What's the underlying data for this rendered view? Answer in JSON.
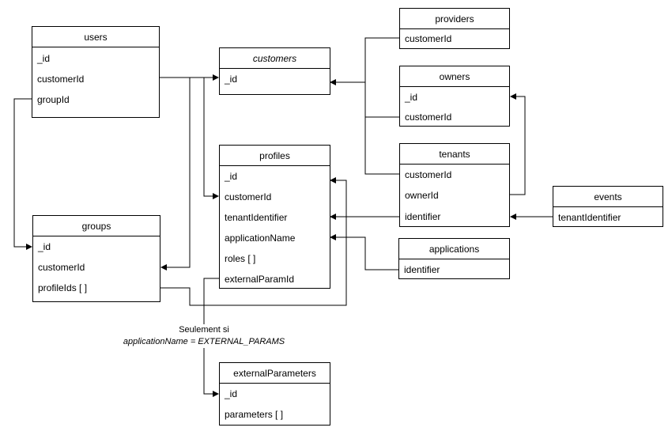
{
  "entities": {
    "users": {
      "title": "users",
      "fields": [
        "_id",
        "customerId",
        "groupId"
      ]
    },
    "customers": {
      "title": "customers",
      "fields": [
        "_id"
      ]
    },
    "providers": {
      "title": "providers",
      "fields": [
        "customerId"
      ]
    },
    "owners": {
      "title": "owners",
      "fields": [
        "_id",
        "customerId"
      ]
    },
    "tenants": {
      "title": "tenants",
      "fields": [
        "customerId",
        "ownerId",
        "identifier"
      ]
    },
    "events": {
      "title": "events",
      "fields": [
        "tenantIdentifier"
      ]
    },
    "profiles": {
      "title": "profiles",
      "fields": [
        "_id",
        "customerId",
        "tenantIdentifier",
        "applicationName",
        "roles [ ]",
        "externalParamId"
      ]
    },
    "groups": {
      "title": "groups",
      "fields": [
        "_id",
        "customerId",
        "profileIds [ ]"
      ]
    },
    "applications": {
      "title": "applications",
      "fields": [
        "identifier"
      ]
    },
    "externalParameters": {
      "title": "externalParameters",
      "fields": [
        "_id",
        "parameters [ ]"
      ]
    }
  },
  "note": {
    "line1": "Seulement si",
    "line2": "applicationName = EXTERNAL_PARAMS"
  }
}
